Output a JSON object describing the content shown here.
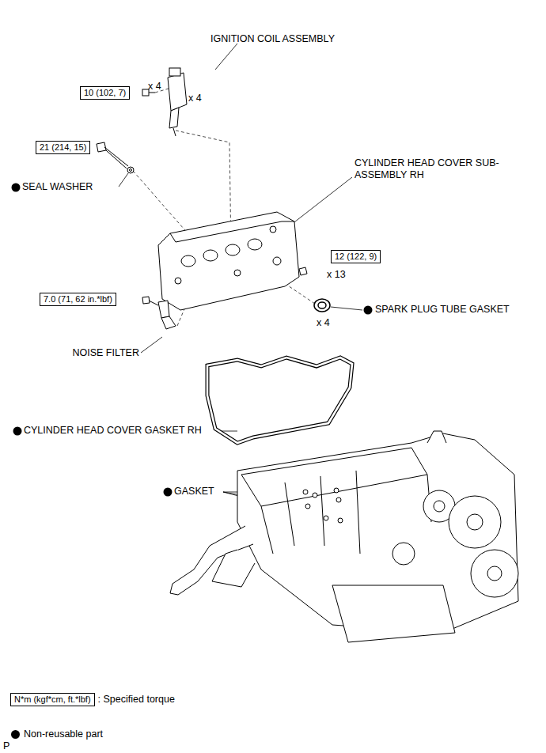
{
  "diagram": {
    "nodes": [
      {
        "text": [
          "10 (102, 7)"
        ]
      },
      {
        "text": [
          "21 (214, 15)"
        ]
      },
      {
        "text": [
          "12 (122, 9)"
        ]
      },
      {
        "text": [
          "7.0 (71, 62 in.*lbf)"
        ]
      },
      {
        "text": [
          "N*m (kgf*cm, ft.*lbf)"
        ]
      }
    ],
    "labels": [
      "IGNITION COIL ASSEMBLY",
      "x 4",
      "x 4",
      "SEAL WASHER",
      "CYLINDER HEAD COVER SUB-ASSEMBLY RH",
      "x 13",
      "SPARK PLUG TUBE GASKET",
      "x 4",
      "NOISE FILTER",
      "CYLINDER HEAD COVER GASKET RH",
      "GASKET",
      "P"
    ],
    "legend": [
      {
        "text": ": Specified torque"
      },
      {
        "text": "Non-reusable part"
      }
    ]
  }
}
